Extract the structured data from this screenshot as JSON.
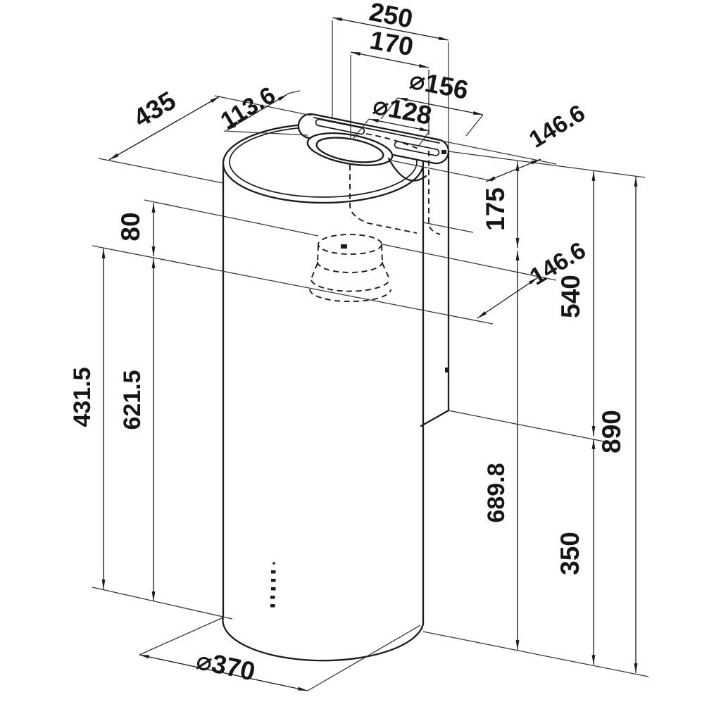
{
  "drawing": {
    "type": "technical-dimension-diagram",
    "subject": "cylindrical island cooker hood with wall duct, isometric view",
    "units_shown": "numeric dimension callouts only",
    "dimensions": {
      "top_width": "250",
      "top_duct_offset": "170",
      "ring_outer_diameter": "⌀156",
      "duct_diameter": "⌀128",
      "overall_depth": "435",
      "top_plate_depth": "113.6",
      "wall_gap_upper": "146.6",
      "top_section_height": "175",
      "wall_gap_lower": "146.6",
      "upper_section_height": "540",
      "collar_height": "80",
      "outlet_height_front": "431.5",
      "outlet_height_rear": "621.5",
      "body_height": "689.8",
      "lower_section_height": "350",
      "total_height": "890",
      "body_diameter": "⌀370"
    },
    "line_color": "#1b1b1b",
    "background_color": "#ffffff"
  }
}
